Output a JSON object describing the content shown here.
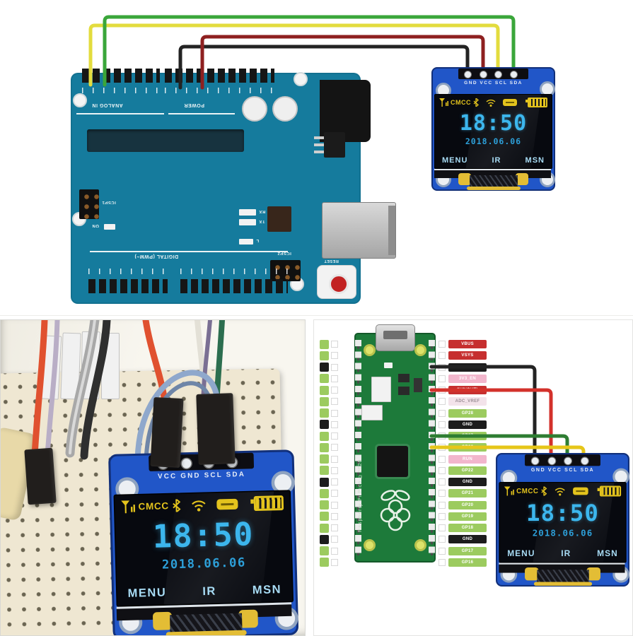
{
  "colors": {
    "arduino_teal": "#157b9d",
    "wire_green": "#3aa63a",
    "wire_yellow": "#e3dc3e",
    "wire_dark_red": "#8e2020",
    "wire_black": "#232323",
    "wire_red_bright": "#d3312b",
    "wire_green_dark": "#2e7d32",
    "wire_yellow2": "#e6c619",
    "photo_wire_red": "#e0512f",
    "photo_wire_gray": "#a8a8a8",
    "photo_wire_black": "#2f2f2f",
    "photo_wire_blue": "#8fa8cc",
    "photo_wire_blue2": "#6f86a8",
    "photo_wire_green": "#2c6e4f",
    "photo_wire_lavender": "#b9aec6",
    "photo_wire_ivory": "#e3e0d6",
    "photo_wire_purple": "#7a6f93",
    "oled_blue": "#2156c8",
    "oled_yellow": "#e3c31d",
    "oled_cyan": "#3cb6ed",
    "pico_green": "#1d7a3a",
    "pin_green": "#9ccb5f",
    "pin_black": "#1c1c1c",
    "label_red": "#c62f2f",
    "label_pink": "#f2b6cc"
  },
  "arduino": {
    "silk": {
      "analog_in": "ANALOG IN",
      "power": "POWER",
      "digital": "DIGITAL (PWM~)",
      "icsp": "ICSP1",
      "icsp2": "ICSP2",
      "reset": "RESET",
      "rx": "RX",
      "tx": "TX",
      "led_l": "L",
      "led_on": "ON"
    }
  },
  "oled": {
    "pins_top": "GND VCC SCL SDA",
    "pins_photo": "VCC GND SCL SDA",
    "carrier": "CMCC",
    "time": "18:50",
    "date": "2018.06.06",
    "menu": {
      "left": "MENU",
      "center": "IR",
      "right": "MSN"
    }
  },
  "pico": {
    "board_text": "Raspberry Pi Pico ©2020",
    "left_pins": [
      "#9ccb5f",
      "#9ccb5f",
      "#1c1c1c",
      "#9ccb5f",
      "#9ccb5f",
      "#9ccb5f",
      "#9ccb5f",
      "#1c1c1c",
      "#9ccb5f",
      "#9ccb5f",
      "#9ccb5f",
      "#9ccb5f",
      "#1c1c1c",
      "#9ccb5f",
      "#9ccb5f",
      "#9ccb5f",
      "#9ccb5f",
      "#1c1c1c",
      "#9ccb5f",
      "#9ccb5f"
    ],
    "right_pins": [
      {
        "label": "VBUS",
        "bg": "#c62f2f"
      },
      {
        "label": "VSYS",
        "bg": "#c62f2f"
      },
      {
        "label": "GND",
        "bg": "#1c1c1c"
      },
      {
        "label": "3V3_EN",
        "bg": "#f2b6cc"
      },
      {
        "label": "3V3(OUT)",
        "bg": "#c62f2f"
      },
      {
        "label": "ADC_VREF",
        "bg": "#f3e3ea",
        "fg": "#9a8d94"
      },
      {
        "label": "GP28",
        "bg": "#9ccb5f"
      },
      {
        "label": "GND",
        "bg": "#1c1c1c"
      },
      {
        "label": "GP27",
        "bg": "#9ccb5f"
      },
      {
        "label": "GP26",
        "bg": "#9ccb5f"
      },
      {
        "label": "RUN",
        "bg": "#f2b6cc"
      },
      {
        "label": "GP22",
        "bg": "#9ccb5f"
      },
      {
        "label": "GND",
        "bg": "#1c1c1c"
      },
      {
        "label": "GP21",
        "bg": "#9ccb5f"
      },
      {
        "label": "GP20",
        "bg": "#9ccb5f"
      },
      {
        "label": "GP19",
        "bg": "#9ccb5f"
      },
      {
        "label": "GP18",
        "bg": "#9ccb5f"
      },
      {
        "label": "GND",
        "bg": "#1c1c1c"
      },
      {
        "label": "GP17",
        "bg": "#9ccb5f"
      },
      {
        "label": "GP16",
        "bg": "#9ccb5f"
      }
    ]
  }
}
